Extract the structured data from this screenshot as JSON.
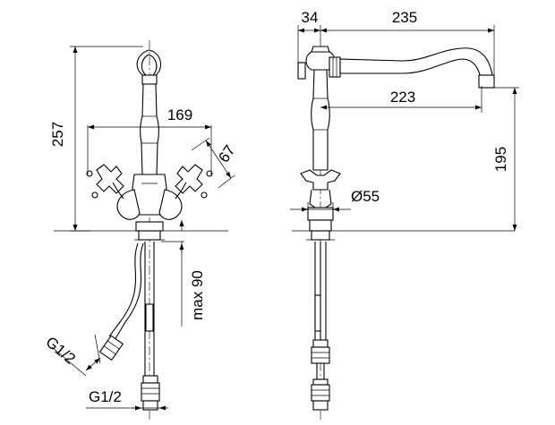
{
  "views": {
    "front": {
      "dims": {
        "height_total": "257",
        "spread": "169",
        "handle_offset": "67",
        "max_depth": "max 90",
        "hose_thread": "G1/2",
        "supply_thread": "G1/2"
      }
    },
    "side": {
      "dims": {
        "handle_to_axis": "34",
        "spout_reach": "235",
        "spout_inner": "223",
        "spout_height": "195",
        "base_diameter": "Ø55"
      }
    }
  }
}
